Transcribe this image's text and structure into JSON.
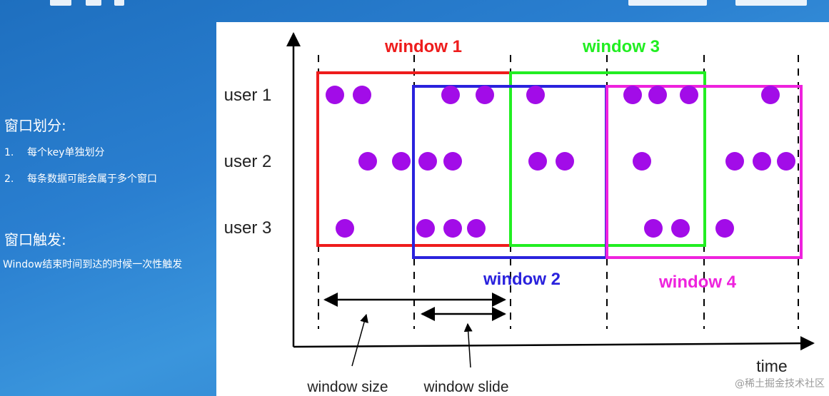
{
  "sidebar": {
    "section1_title": "窗口划分:",
    "items": [
      {
        "num": "1.",
        "text": "每个key单独划分"
      },
      {
        "num": "2.",
        "text": "每条数据可能会属于多个窗口"
      }
    ],
    "section2_title": "窗口触发:",
    "trigger_text": "Window结束时间到达的时候一次性触发"
  },
  "diagram": {
    "users": [
      "user 1",
      "user 2",
      "user 3"
    ],
    "windows": [
      {
        "label": "window 1",
        "color": "#ee1c1c"
      },
      {
        "label": "window 2",
        "color": "#2a22dd"
      },
      {
        "label": "window 3",
        "color": "#22ee22"
      },
      {
        "label": "window 4",
        "color": "#ee22dd"
      }
    ],
    "time_label": "time",
    "window_size_label": "window size",
    "window_slide_label": "window slide",
    "dot_color": "#a20ce8"
  },
  "watermark": "@稀土掘金技术社区"
}
